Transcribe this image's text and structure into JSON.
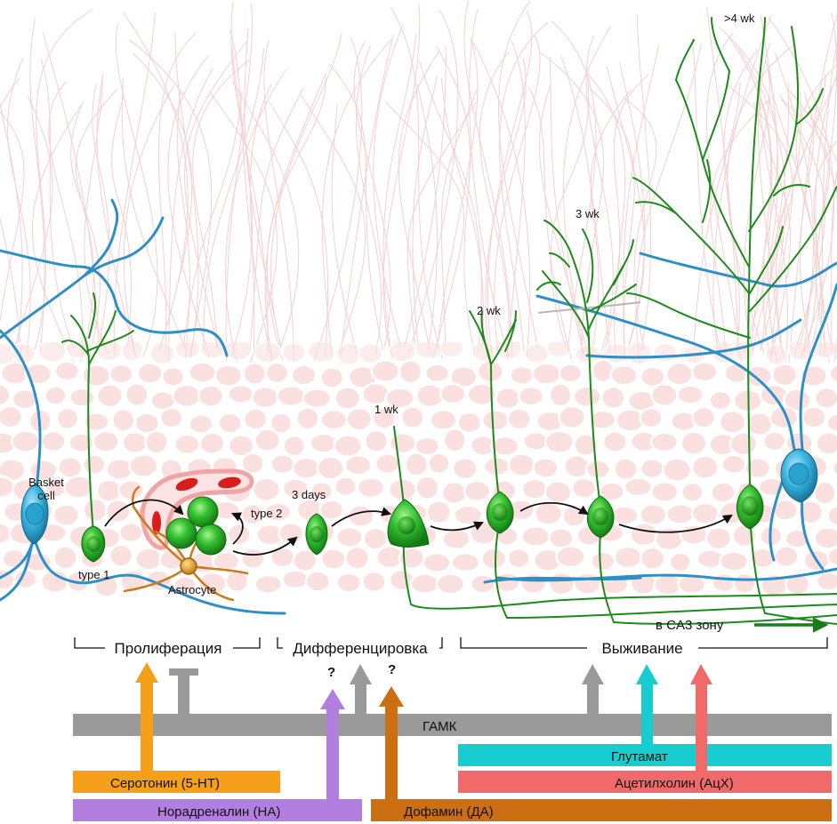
{
  "cells": {
    "basket_cell": "Basket\ncell",
    "type1": "type 1",
    "type2": "type 2",
    "astrocyte": "Astrocyte"
  },
  "ages": {
    "d3": "3 days",
    "w1": "1 wk",
    "w2": "2 wk",
    "w3": "3 wk",
    "w4plus": ">4 wk"
  },
  "ca3": "в CA3 зону",
  "stages": {
    "proliferation": "Пролиферация",
    "differentiation": "Дифференцировка",
    "survival": "Выживание"
  },
  "question_mark": "?",
  "transmitters": {
    "gaba": "ГАМК",
    "glutamate": "Глутамат",
    "acetylcholine": "Ацетилхолин (АцХ)",
    "serotonin": "Серотонин (5-HT)",
    "noradrenaline": "Норадреналин (НА)",
    "dopamine": "Дофамин (ДА)"
  },
  "colors": {
    "gaba": "#9a9a9a",
    "glutamate": "#17cdd0",
    "acetylcholine": "#f06a6a",
    "serotonin": "#f6a01a",
    "noradrenaline": "#b27fe0",
    "dopamine": "#cc6f12",
    "neuron": "#1d8a1d",
    "neuron_body": "#2cc22c",
    "basket": "#2d8fc6",
    "astrocyte": "#cc7a1c"
  }
}
